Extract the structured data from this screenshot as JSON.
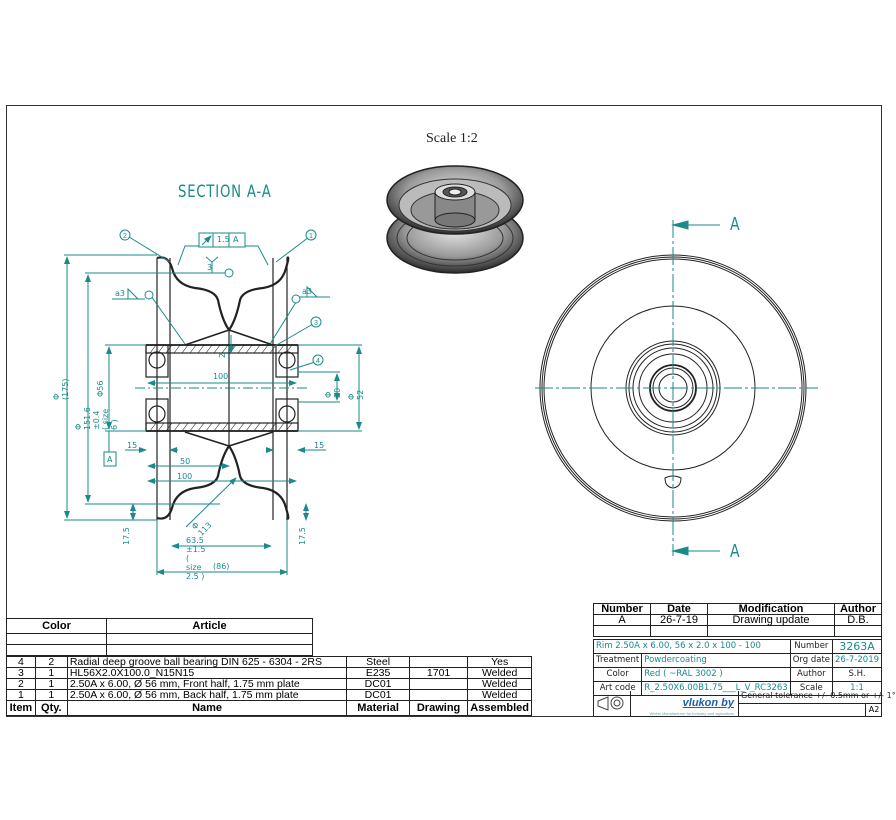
{
  "drawing": {
    "section_title": "SECTION A-A",
    "iso_view_label": "Scale 1:2",
    "section_marker": "A",
    "datum_label": "A",
    "feature_control": {
      "symbol": "runout-arrow",
      "tolerance": "1.5",
      "datum": "A"
    },
    "weld_symbol_size": "3",
    "fillet_weld_left": "a3",
    "fillet_weld_right": "a3",
    "balloons": [
      "1",
      "2",
      "3",
      "4"
    ],
    "dimensions": {
      "outer_dia": "Φ (175)",
      "rim_dia": "Φ 151.6 ±0.4 ( size 6 )",
      "hub_dia_56": "Φ56",
      "bore_20": "Φ 20",
      "bearing_52": "Φ 52",
      "hub_length": "100",
      "wall": "2",
      "offset_left": "15",
      "offset_right": "15",
      "half_width": "50",
      "inner_width": "100",
      "bead_dia": "Φ 113",
      "flange_height_left": "17.5",
      "flange_height_right": "17.5",
      "rim_width": "63.5 ±1.5 ( size 2.5 )",
      "overall_width": "(86)"
    }
  },
  "bom": {
    "header_top": {
      "color": "Color",
      "article": "Article"
    },
    "columns": [
      "Item",
      "Qty.",
      "Name",
      "Material",
      "Drawing",
      "Assembled"
    ],
    "rows": [
      {
        "item": "4",
        "qty": "2",
        "name": "Radial deep groove ball bearing DIN 625 - 6304 - 2RS",
        "material": "Steel",
        "drawing": "",
        "assembled": "Yes"
      },
      {
        "item": "3",
        "qty": "1",
        "name": "HL56X2.0X100.0_N15N15",
        "material": "E235",
        "drawing": "1701",
        "assembled": "Welded"
      },
      {
        "item": "2",
        "qty": "1",
        "name": "2.50A x 6.00,  Ø 56 mm, Front half, 1.75 mm plate",
        "material": "DC01",
        "drawing": "",
        "assembled": "Welded"
      },
      {
        "item": "1",
        "qty": "1",
        "name": "2.50A x 6.00,  Ø 56 mm, Back half, 1.75 mm plate",
        "material": "DC01",
        "drawing": "",
        "assembled": "Welded"
      }
    ]
  },
  "revisions": {
    "columns": [
      "Number",
      "Date",
      "Modification",
      "Author"
    ],
    "rows": [
      {
        "number": "A",
        "date": "26-7-19",
        "modification": "Drawing update",
        "author": "D.B."
      }
    ]
  },
  "title_block": {
    "description": "Rim 2.50A x 6.00,  56 x 2.0 x 100 - 100",
    "number_label": "Number",
    "number": "3263A",
    "treatment_label": "Treatment",
    "treatment": "Powdercoating",
    "org_date_label": "Org date",
    "org_date": "26-7-2019",
    "color_label": "Color",
    "color": "Red ( ~RAL 3002 )",
    "author_label": "Author",
    "author": "S.H.",
    "art_code_label": "Art code",
    "art_code": "R_2.50X6.00B1.75___L_V_RC3263",
    "scale_label": "Scale",
    "scale": "1:1",
    "company": "vlukon by",
    "company_tagline": "Wheel Manufacturer for industry and agriculture",
    "tolerance": "General tolerance +/- 0.5mm or +/- 1°",
    "sheet_size": "A2",
    "projection_symbol": "first-angle-projection"
  },
  "colors": {
    "dimension": "#1a8a8a",
    "line": "#222222",
    "logo": "#1d5fa8"
  }
}
